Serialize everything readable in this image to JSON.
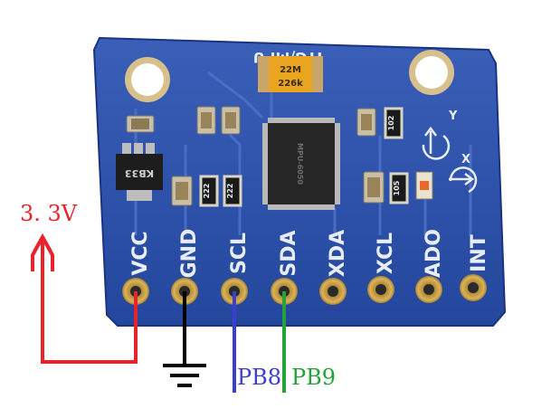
{
  "board": {
    "name": "MPU-6050 breakout",
    "silkscreen_title": "ITG/MPU",
    "cap_top_text": "226k",
    "cap_top_text2": "22M",
    "regulator_text": "KB33",
    "axis_y": "Y",
    "axis_x": "X",
    "chip_text": "MPU-6050",
    "resistor_labels": [
      "222",
      "222",
      "102",
      "105"
    ],
    "pins": [
      "VCC",
      "GND",
      "SCL",
      "SDA",
      "XDA",
      "XCL",
      "ADO",
      "INT"
    ],
    "colors": {
      "pcb": "#2b4fa8",
      "pcb_dark": "#1c3a86",
      "pad": "#c9a24a",
      "silk": "#e8ecf5"
    }
  },
  "annotations": {
    "voltage": "3. 3V",
    "scl_signal": "PB8",
    "sda_signal": "PB9",
    "colors": {
      "vcc": "#e8232b",
      "gnd": "#000000",
      "scl": "#3a3fd0",
      "sda": "#22a339"
    }
  }
}
